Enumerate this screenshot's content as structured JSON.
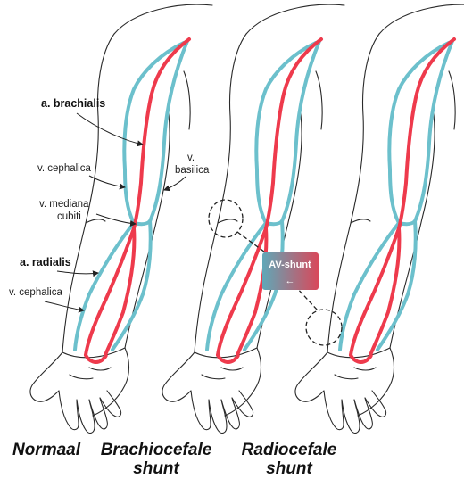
{
  "labels": {
    "brachialis": "a. brachialis",
    "cephalica_upper": "v. cephalica",
    "basilica_line1": "v.",
    "basilica_line2": "basilica",
    "mediana_line1": "v. mediana",
    "mediana_line2": "cubiti",
    "radialis": "a. radialis",
    "cephalica_lower": "v. cephalica"
  },
  "badge": {
    "text": "AV-shunt",
    "arrow": "←"
  },
  "captions": {
    "normaal": "Normaal",
    "brachio_line1": "Brachiocefale",
    "brachio_line2": "shunt",
    "radio_line1": "Radiocefale",
    "radio_line2": "shunt"
  },
  "colors": {
    "artery": "#ee3a4c",
    "vein": "#6cc0cc",
    "outline": "#2a2a2a",
    "badge_gradient_start": "#5fa8b8",
    "badge_gradient_end": "#d9485a"
  }
}
